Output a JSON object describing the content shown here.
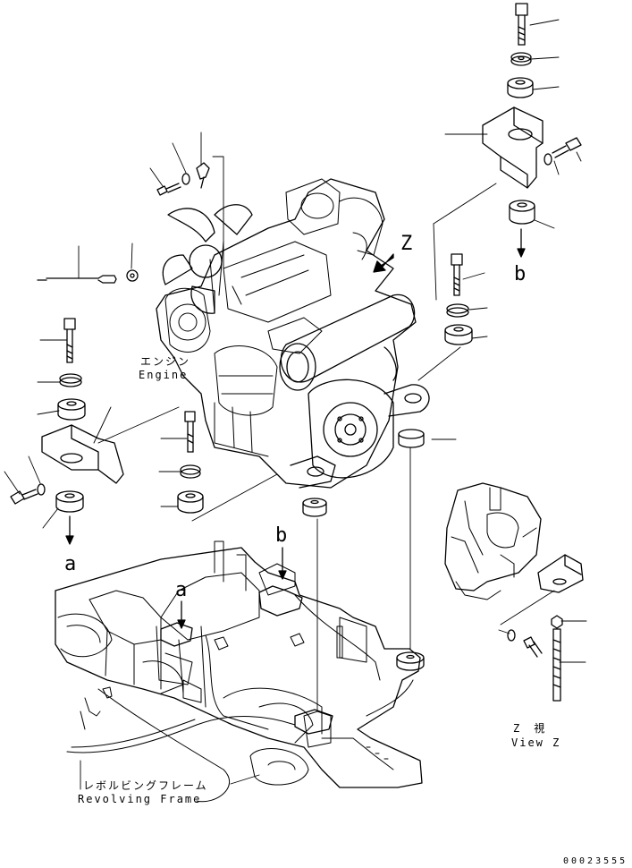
{
  "labels": {
    "engine_jp": "エンジン",
    "engine_en": "Engine",
    "frame_jp": "レボルビングフレーム",
    "frame_en": "Revolving Frame",
    "view_jp": "Z　視",
    "view_en": "View Z",
    "z_arrow": "Z",
    "ref_a_left": "a",
    "ref_a_frame": "a",
    "ref_b_right": "b",
    "ref_b_frame": "b",
    "drawing_number": "00023555"
  }
}
